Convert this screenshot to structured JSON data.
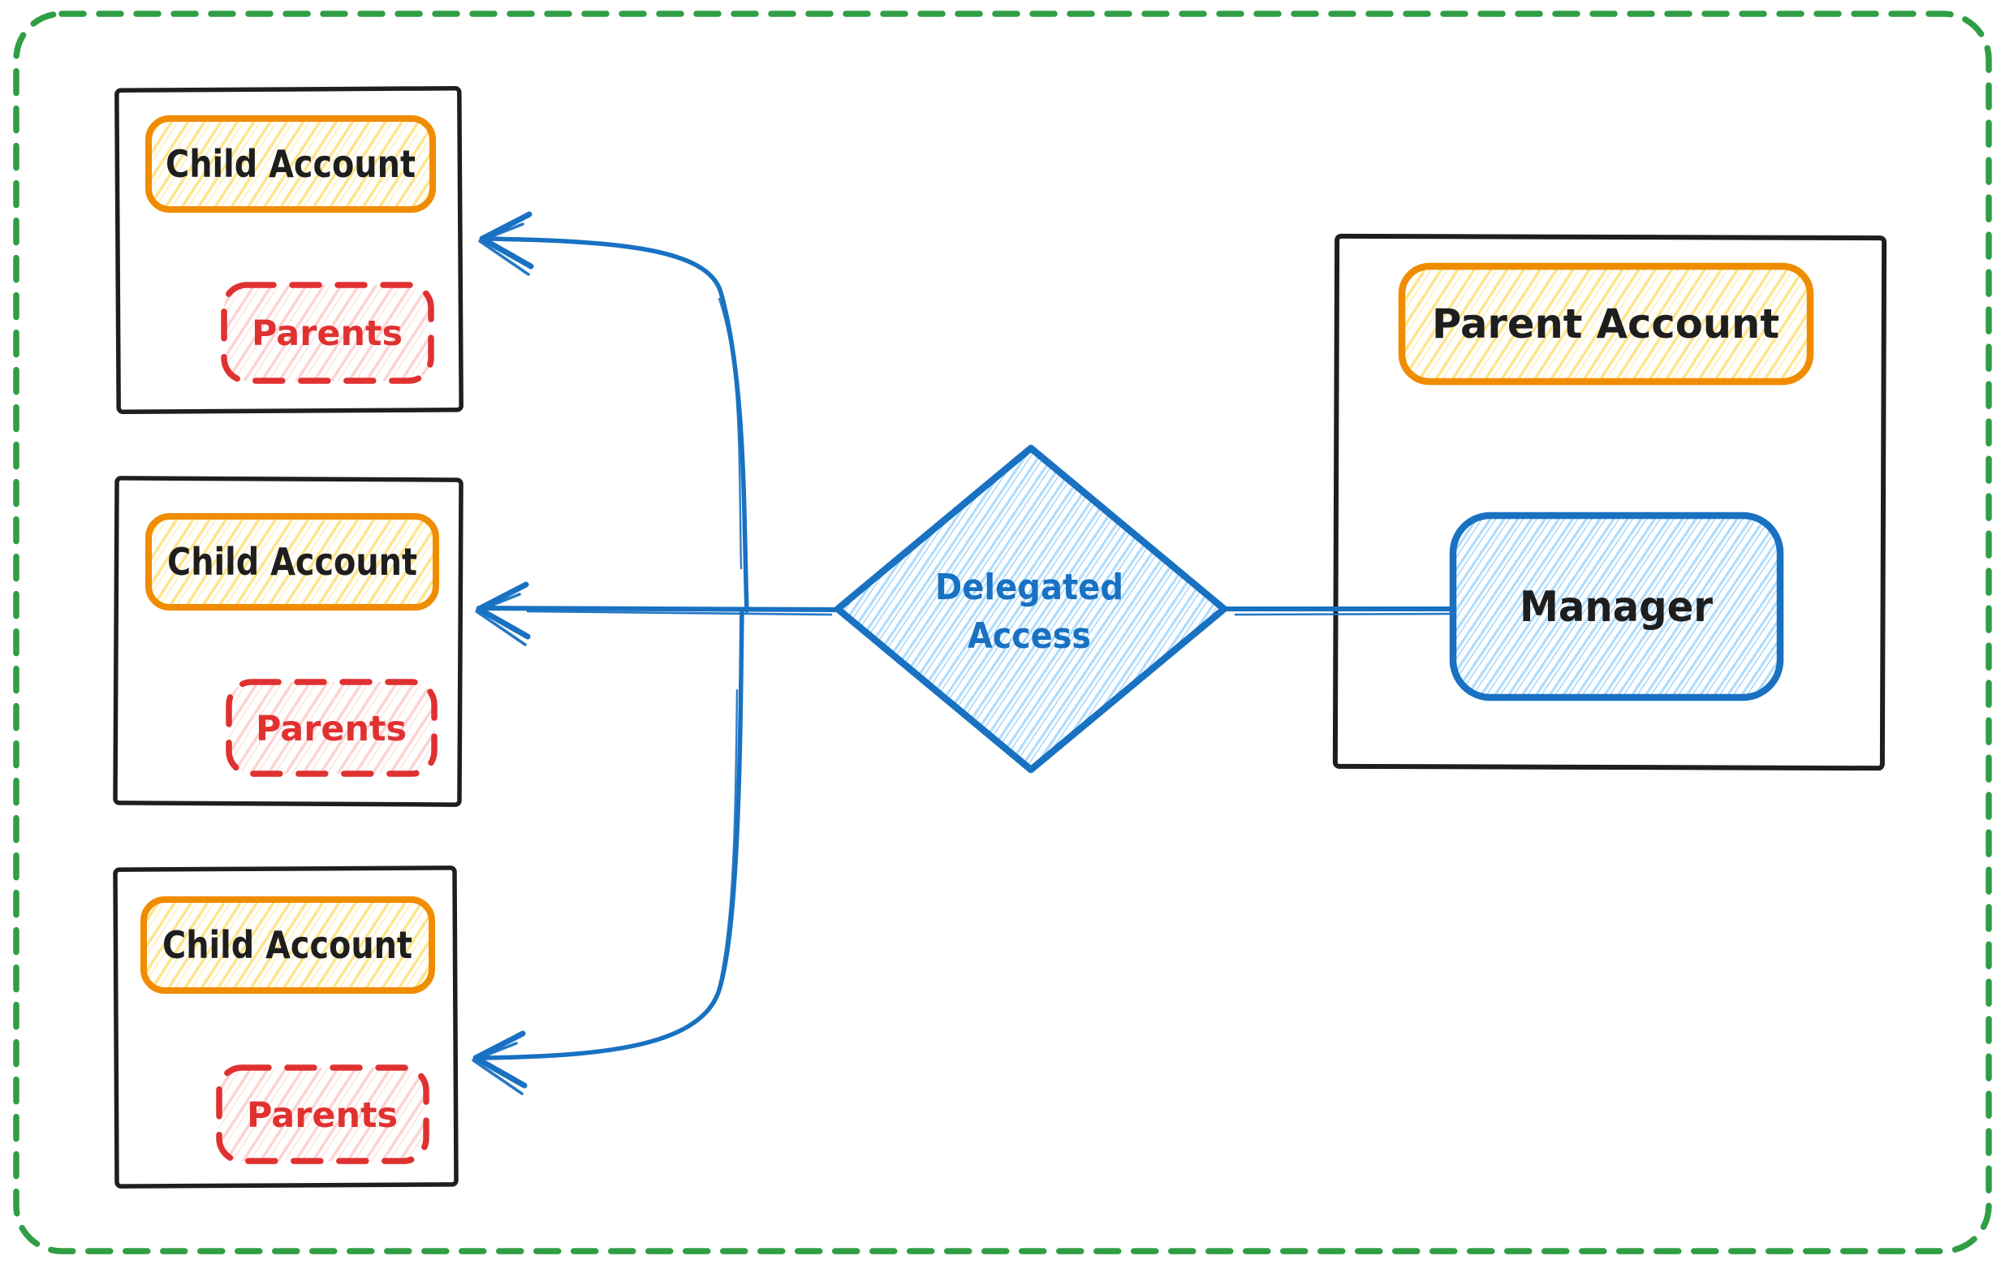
{
  "diagram": {
    "type": "flowchart",
    "description": "Delegated access from a Manager in a Parent Account to three Child Accounts",
    "nodes": {
      "child_groups": [
        {
          "title": "Child Account",
          "member": "Parents"
        },
        {
          "title": "Child Account",
          "member": "Parents"
        },
        {
          "title": "Child Account",
          "member": "Parents"
        }
      ],
      "parent_group": {
        "title": "Parent Account",
        "member": "Manager"
      },
      "decision": {
        "label": "Delegated Access",
        "line1": "Delegated",
        "line2": "Access"
      }
    },
    "edges": [
      {
        "from": "Manager",
        "to": "Delegated Access",
        "style": "plain-line"
      },
      {
        "from": "Delegated Access",
        "to": "Child Account 1",
        "style": "arrow"
      },
      {
        "from": "Delegated Access",
        "to": "Child Account 2",
        "style": "arrow"
      },
      {
        "from": "Delegated Access",
        "to": "Child Account 3",
        "style": "arrow"
      }
    ],
    "colors": {
      "ink_black": "#1e1e1e",
      "stroke_orange": "#f08c00",
      "fill_yellow_hachure": "#ffd43b",
      "stroke_red": "#e03131",
      "fill_pink_hachure": "#ffc9c9",
      "stroke_blue": "#1971c2",
      "fill_blue_hachure": "#74c0fc",
      "border_green": "#2f9e44"
    }
  }
}
